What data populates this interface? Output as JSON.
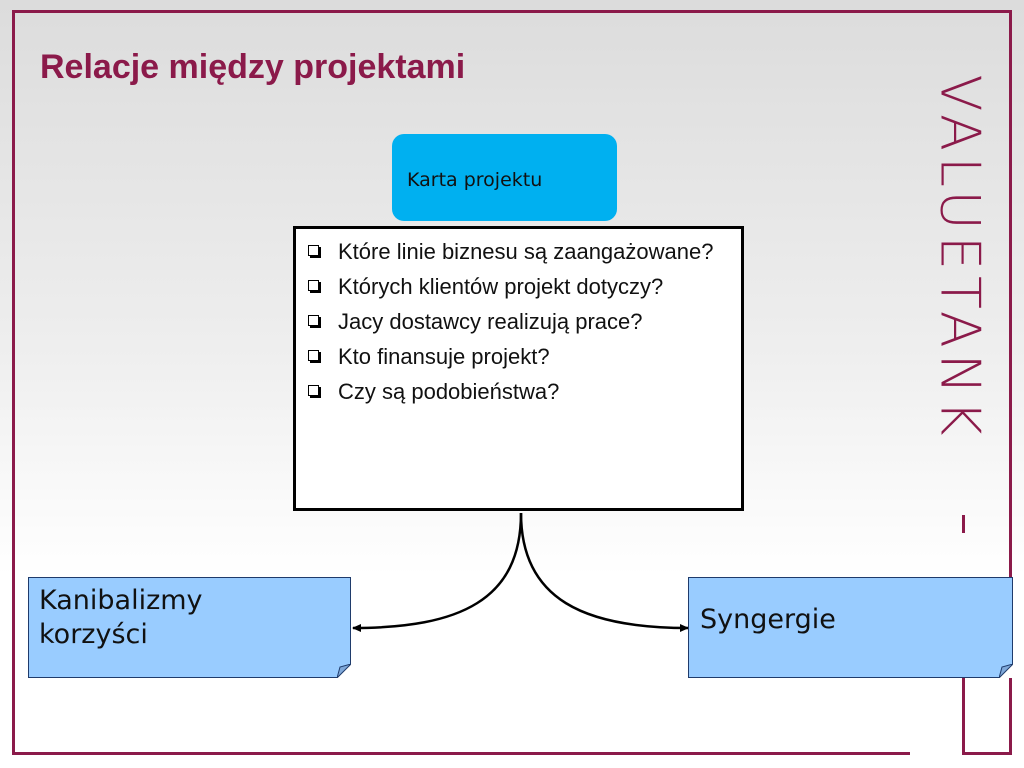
{
  "slide": {
    "title": "Relacje między projektami"
  },
  "logo": {
    "text": "VALUETANK"
  },
  "diagram": {
    "top_box": {
      "label": "Karta projektu"
    },
    "questions": [
      "Które linie biznesu są zaangażowane?",
      "Których klientów projekt dotyczy?",
      "Jacy dostawcy realizują prace?",
      "Kto finansuje projekt?",
      "Czy są podobieństwa?"
    ],
    "left_note": {
      "label": "Kanibalizmy korzyści"
    },
    "right_note": {
      "label": "Syngergie"
    }
  },
  "colors": {
    "accent": "#8b1a4a",
    "top_box_fill": "#00b0f0",
    "note_fill": "#99ccff"
  }
}
